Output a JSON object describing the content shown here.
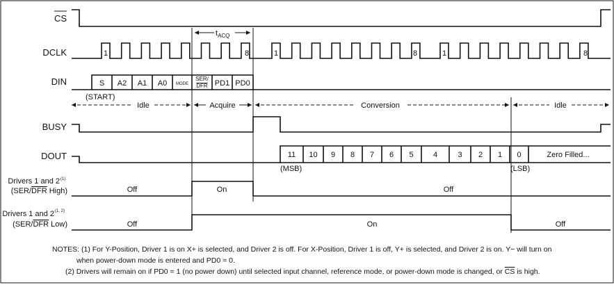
{
  "signals": {
    "cs": "CS",
    "dclk": "DCLK",
    "din": "DIN",
    "busy": "BUSY",
    "dout": "DOUT",
    "drv_high_l1": "Drivers 1 and 2",
    "drv_high_sup": "(1)",
    "drv_high_l2a": "(SER/",
    "drv_high_l2b": "DFR",
    "drv_high_l2c": " High)",
    "drv_low_l1": "Drivers 1 and 2",
    "drv_low_sup": "(1, 2)",
    "drv_low_l2a": "(SER/",
    "drv_low_l2b": "DFR",
    "drv_low_l2c": " Low)"
  },
  "timing": {
    "tacq_t": "t",
    "tacq_sub": "ACQ"
  },
  "clock_labels": {
    "first_1": "1",
    "first_8": "8",
    "second_1": "1",
    "second_8": "8",
    "third_1": "1",
    "third_8": "8"
  },
  "din_bits": [
    {
      "name": "s",
      "text": "S"
    },
    {
      "name": "a2",
      "text": "A2"
    },
    {
      "name": "a1",
      "text": "A1"
    },
    {
      "name": "a0",
      "text": "A0"
    },
    {
      "name": "mode",
      "text": "MODE"
    },
    {
      "name": "ser-dfr",
      "text": "SER/",
      "text2": "DFR"
    },
    {
      "name": "pd1",
      "text": "PD1"
    },
    {
      "name": "pd0",
      "text": "PD0"
    }
  ],
  "start_label": "(START)",
  "phases": {
    "idle": "Idle",
    "acquire": "Acquire",
    "conversion": "Conversion",
    "idle2": "Idle"
  },
  "dout_bits": [
    "11",
    "10",
    "9",
    "8",
    "7",
    "6",
    "5",
    "4",
    "3",
    "2",
    "1",
    "0"
  ],
  "zero_filled": "Zero Filled...",
  "msb": "(MSB)",
  "lsb": "(LSB)",
  "driver_states": {
    "high_off1": "Off",
    "high_on": "On",
    "high_off2": "Off",
    "low_off1": "Off",
    "low_on": "On",
    "low_off2": "Off"
  },
  "notes": {
    "n1_a": "NOTES: (1) For Y-Position, Driver 1 is on X+ is selected, and Driver 2 is off. For X-Position, Driver 1 is off, Y+ is selected, and Driver 2 is on. Y− will turn on",
    "n1_b": "when power-down mode is entered and PD0 = 0.",
    "n2_a": "(2) Drivers will remain on if PD0 = 1 (no power down) until selected input channel, reference mode, or power-down mode is changed, or ",
    "n2_cs": "CS",
    "n2_b": " is high."
  }
}
